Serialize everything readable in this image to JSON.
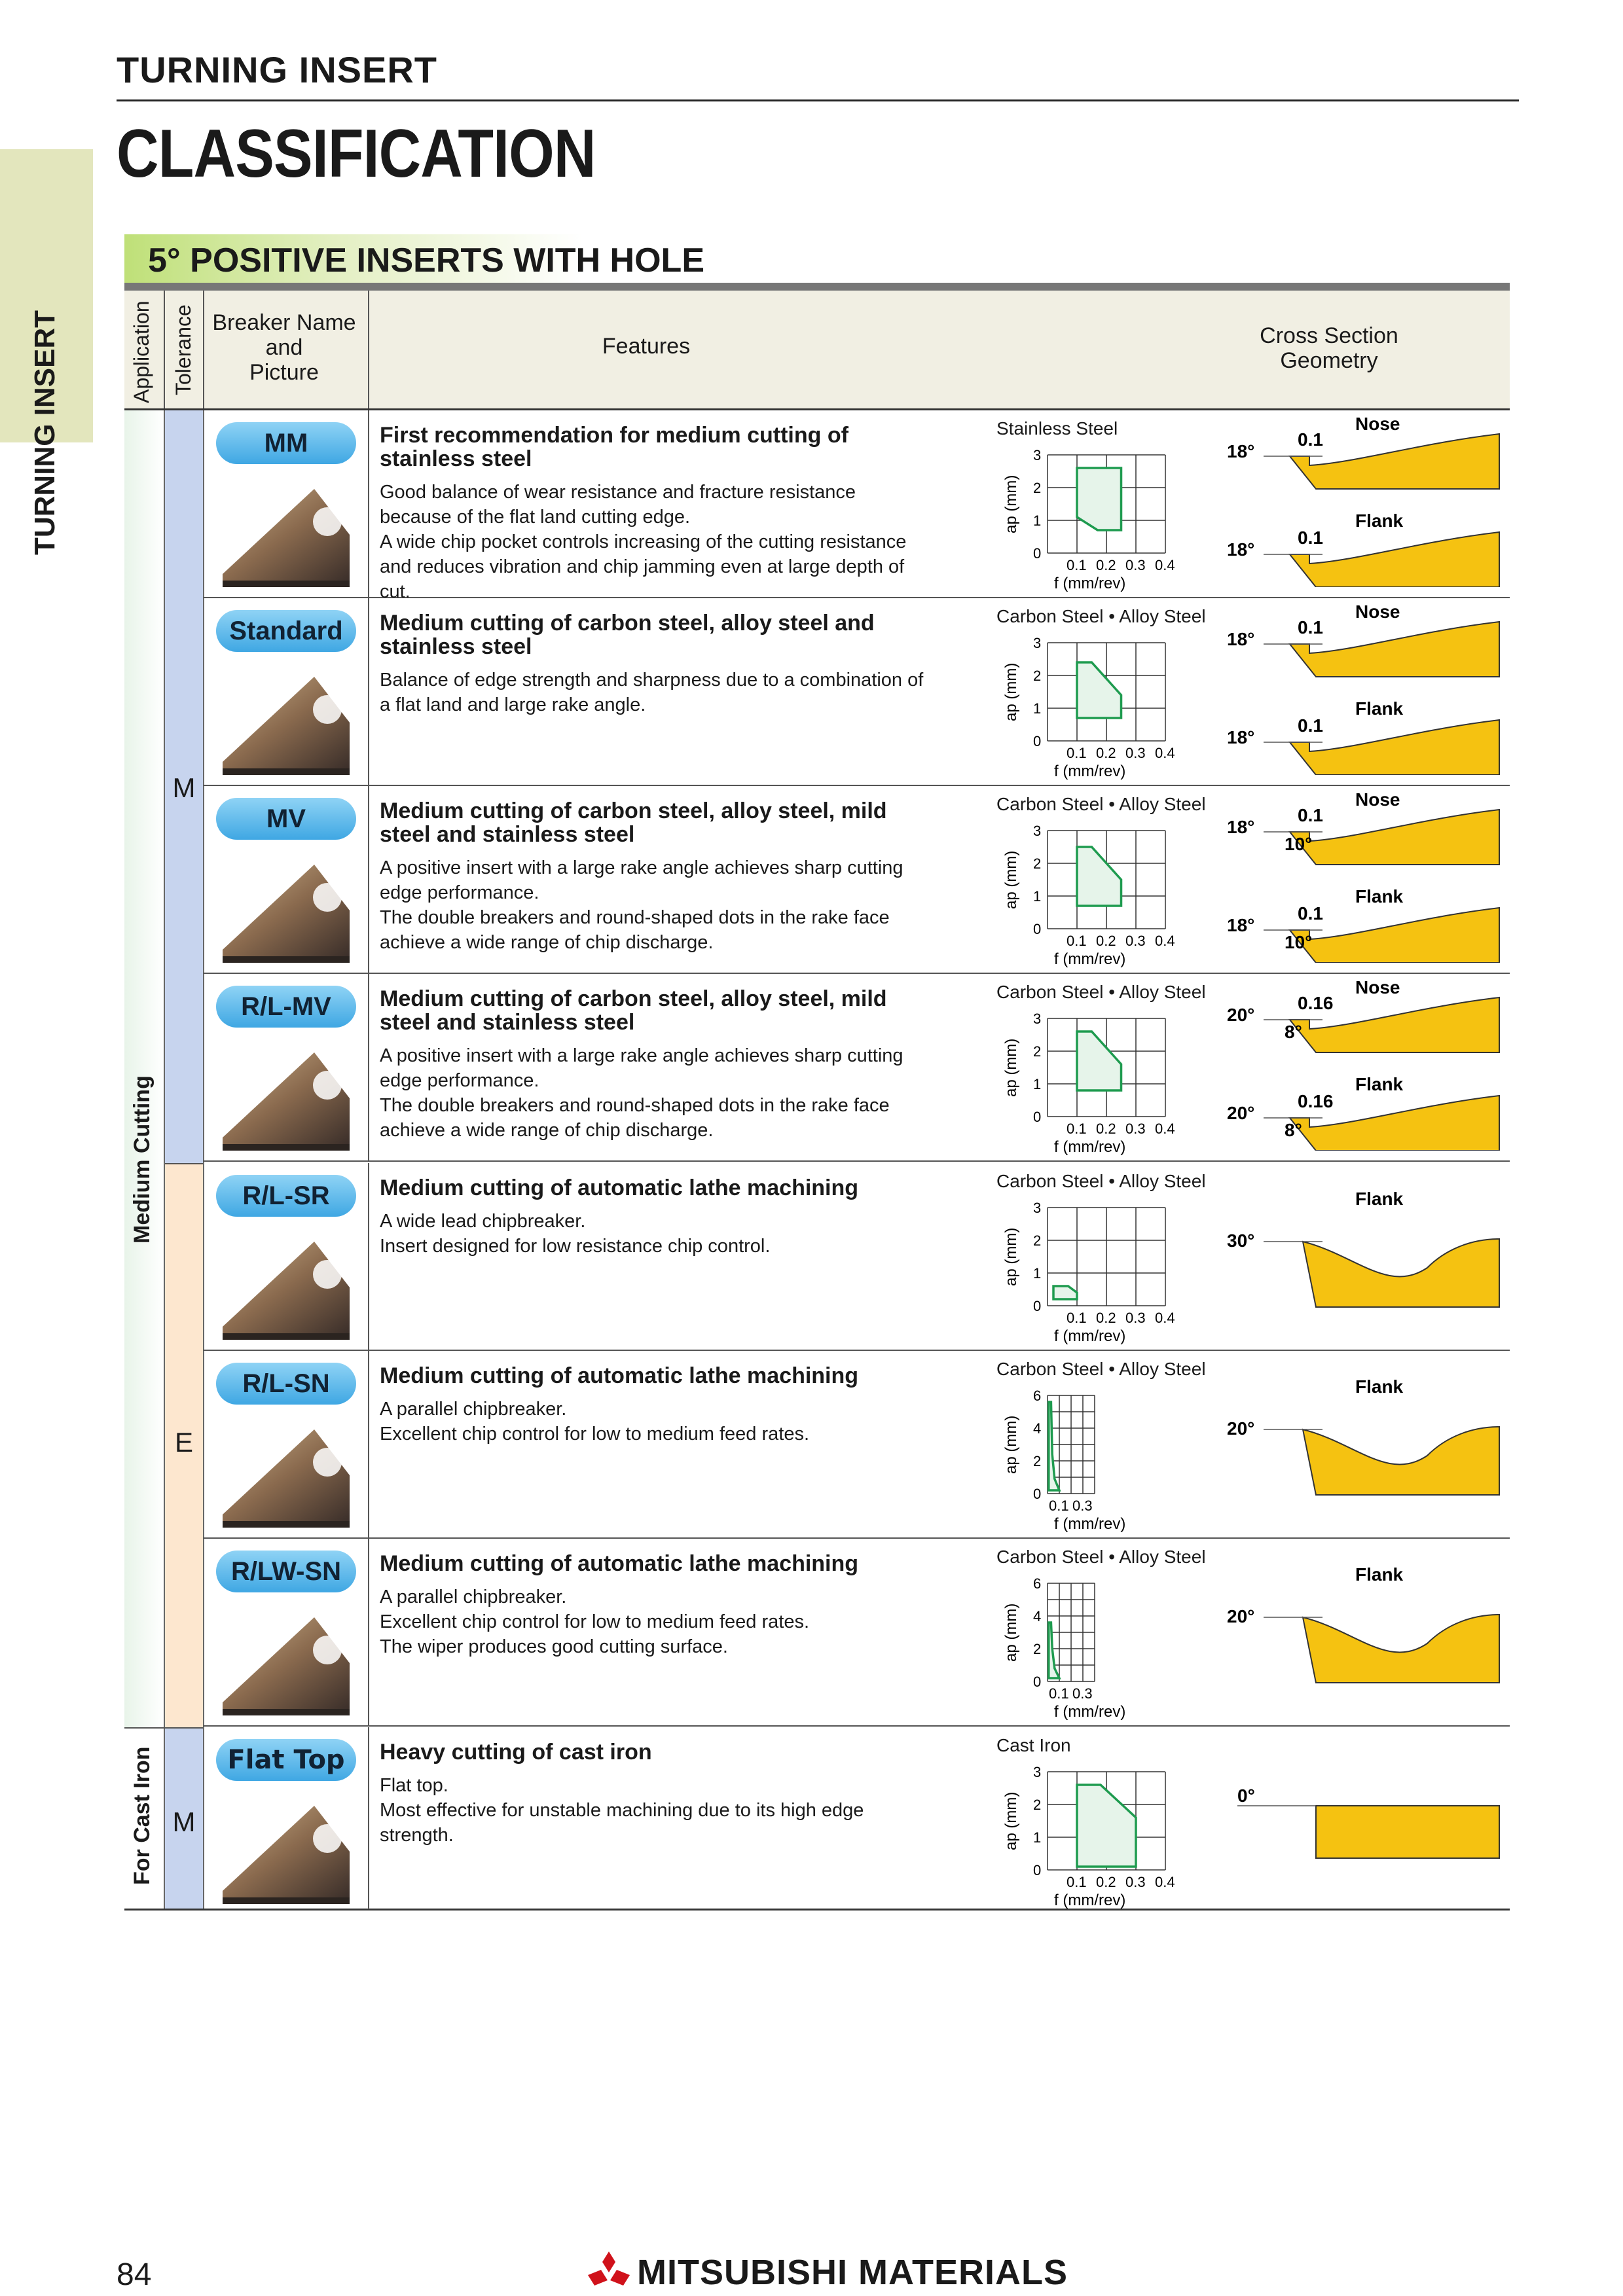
{
  "header": {
    "category": "TURNING INSERT",
    "title": "CLASSIFICATION",
    "side_tab": "TURNING INSERT"
  },
  "section": {
    "title": "5° POSITIVE INSERTS WITH HOLE"
  },
  "table_header": {
    "application": "Application",
    "tolerance": "Tolerance",
    "breaker": "Breaker Name\nand\nPicture",
    "features": "Features",
    "geometry": "Cross Section\nGeometry"
  },
  "application": {
    "medium": "Medium Cutting",
    "cast_iron": "For Cast Iron"
  },
  "tolerance": {
    "m1": "M",
    "e": "E",
    "m2": "M"
  },
  "rows": [
    {
      "name": "MM",
      "title": "First recommendation for medium cutting of stainless steel",
      "desc": [
        "Good balance of wear resistance and fracture resistance because of the flat land cutting edge.",
        "A wide chip pocket controls increasing of the cutting resistance and reduces vibration and chip jamming even at large depth of cut."
      ],
      "chart_title": "Stainless Steel",
      "geo": {
        "angle": "18°",
        "land": "0.1",
        "sub": "",
        "l1": "Nose",
        "l2": "Flank"
      }
    },
    {
      "name": "Standard",
      "title": "Medium cutting of carbon steel, alloy steel and stainless steel",
      "desc": [
        "Balance of edge strength and sharpness due to a combination of a flat land and large rake angle."
      ],
      "chart_title": "Carbon Steel • Alloy Steel",
      "geo": {
        "angle": "18°",
        "land": "0.1",
        "sub": "",
        "l1": "Nose",
        "l2": "Flank"
      }
    },
    {
      "name": "MV",
      "title": "Medium cutting of carbon steel, alloy steel, mild steel and stainless steel",
      "desc": [
        "A positive insert with a large rake angle achieves sharp cutting edge performance.",
        "The double breakers and round-shaped dots in the rake face achieve a wide range of chip discharge."
      ],
      "chart_title": "Carbon Steel • Alloy Steel",
      "geo": {
        "angle": "18°",
        "land": "0.1",
        "sub": "10°",
        "l1": "Nose",
        "l2": "Flank"
      }
    },
    {
      "name": "R/L-MV",
      "title": "Medium cutting of carbon steel, alloy steel, mild steel and stainless steel",
      "desc": [
        "A positive insert with a large rake angle achieves sharp cutting edge performance.",
        "The double breakers and round-shaped dots in the rake face achieve a wide range of chip discharge."
      ],
      "chart_title": "Carbon Steel • Alloy Steel",
      "geo": {
        "angle": "20°",
        "land": "0.16",
        "sub": "8°",
        "l1": "Nose",
        "l2": "Flank"
      }
    },
    {
      "name": "R/L-SR",
      "title": "Medium cutting of automatic lathe machining",
      "desc": [
        "A wide lead chipbreaker.",
        "Insert designed for low resistance chip control."
      ],
      "chart_title": "Carbon Steel • Alloy Steel",
      "geo": {
        "angle": "30°",
        "land": "",
        "sub": "",
        "l1": "",
        "l2": "Flank"
      }
    },
    {
      "name": "R/L-SN",
      "title": "Medium cutting of automatic lathe machining",
      "desc": [
        "A parallel chipbreaker.",
        "Excellent chip control for low to medium feed rates."
      ],
      "chart_title": "Carbon Steel • Alloy Steel",
      "geo": {
        "angle": "20°",
        "land": "",
        "sub": "",
        "l1": "",
        "l2": "Flank"
      }
    },
    {
      "name": "R/LW-SN",
      "title": "Medium cutting of automatic lathe machining",
      "desc": [
        "A parallel chipbreaker.",
        "Excellent chip control for low to medium feed rates.",
        "The wiper produces good cutting surface."
      ],
      "chart_title": "Carbon Steel • Alloy Steel",
      "geo": {
        "angle": "20°",
        "land": "",
        "sub": "",
        "l1": "",
        "l2": "Flank"
      }
    },
    {
      "name": "Flat Top",
      "title": "Heavy cutting of cast iron",
      "desc": [
        "Flat top.",
        "Most effective for unstable machining due to its high edge strength."
      ],
      "chart_title": "Cast Iron",
      "geo": {
        "angle": "0°",
        "land": "",
        "sub": "",
        "l1": "",
        "l2": ""
      }
    }
  ],
  "chart_data": [
    {
      "type": "area",
      "title": "Stainless Steel",
      "xlabel": "f (mm/rev)",
      "ylabel": "ap (mm)",
      "x_ticks": [
        "0.1",
        "0.2",
        "0.3",
        "0.4"
      ],
      "y_ticks": [
        "0",
        "1",
        "2",
        "3"
      ],
      "xlim": [
        0,
        0.4
      ],
      "ylim": [
        0,
        3
      ],
      "region": [
        [
          0.1,
          1.1
        ],
        [
          0.1,
          2.6
        ],
        [
          0.25,
          2.6
        ],
        [
          0.25,
          0.7
        ],
        [
          0.17,
          0.7
        ],
        [
          0.1,
          1.1
        ]
      ]
    },
    {
      "type": "area",
      "title": "Carbon Steel • Alloy Steel",
      "xlabel": "f (mm/rev)",
      "ylabel": "ap (mm)",
      "x_ticks": [
        "0.1",
        "0.2",
        "0.3",
        "0.4"
      ],
      "y_ticks": [
        "0",
        "1",
        "2",
        "3"
      ],
      "xlim": [
        0,
        0.4
      ],
      "ylim": [
        0,
        3
      ],
      "region": [
        [
          0.1,
          0.7
        ],
        [
          0.1,
          2.4
        ],
        [
          0.15,
          2.4
        ],
        [
          0.25,
          1.4
        ],
        [
          0.25,
          0.7
        ],
        [
          0.1,
          0.7
        ]
      ]
    },
    {
      "type": "area",
      "title": "Carbon Steel • Alloy Steel",
      "xlabel": "f (mm/rev)",
      "ylabel": "ap (mm)",
      "x_ticks": [
        "0.1",
        "0.2",
        "0.3",
        "0.4"
      ],
      "y_ticks": [
        "0",
        "1",
        "2",
        "3"
      ],
      "xlim": [
        0,
        0.4
      ],
      "ylim": [
        0,
        3
      ],
      "region": [
        [
          0.1,
          0.7
        ],
        [
          0.1,
          2.5
        ],
        [
          0.15,
          2.5
        ],
        [
          0.25,
          1.5
        ],
        [
          0.25,
          0.7
        ],
        [
          0.1,
          0.7
        ]
      ]
    },
    {
      "type": "area",
      "title": "Carbon Steel • Alloy Steel",
      "xlabel": "f (mm/rev)",
      "ylabel": "ap (mm)",
      "x_ticks": [
        "0.1",
        "0.2",
        "0.3",
        "0.4"
      ],
      "y_ticks": [
        "0",
        "1",
        "2",
        "3"
      ],
      "xlim": [
        0,
        0.4
      ],
      "ylim": [
        0,
        3
      ],
      "region": [
        [
          0.1,
          0.8
        ],
        [
          0.1,
          2.6
        ],
        [
          0.15,
          2.6
        ],
        [
          0.25,
          1.6
        ],
        [
          0.25,
          0.8
        ],
        [
          0.1,
          0.8
        ]
      ]
    },
    {
      "type": "area",
      "title": "Carbon Steel • Alloy Steel",
      "xlabel": "f (mm/rev)",
      "ylabel": "ap (mm)",
      "x_ticks": [
        "0.1",
        "0.2",
        "0.3",
        "0.4"
      ],
      "y_ticks": [
        "0",
        "1",
        "2",
        "3"
      ],
      "xlim": [
        0,
        0.4
      ],
      "ylim": [
        0,
        3
      ],
      "region": [
        [
          0.02,
          0.2
        ],
        [
          0.02,
          0.6
        ],
        [
          0.07,
          0.6
        ],
        [
          0.1,
          0.4
        ],
        [
          0.1,
          0.2
        ],
        [
          0.02,
          0.2
        ]
      ]
    },
    {
      "type": "area",
      "title": "Carbon Steel • Alloy Steel",
      "xlabel": "f (mm/rev)",
      "ylabel": "ap (mm)",
      "x_ticks": [
        "0.1",
        "0.3"
      ],
      "y_ticks": [
        "0",
        "2",
        "4",
        "6"
      ],
      "xlim": [
        0,
        0.4
      ],
      "ylim": [
        0,
        6
      ],
      "region": [
        [
          0.01,
          0.2
        ],
        [
          0.01,
          5.6
        ],
        [
          0.03,
          5.6
        ],
        [
          0.04,
          2.4
        ],
        [
          0.06,
          0.9
        ],
        [
          0.1,
          0.2
        ],
        [
          0.01,
          0.2
        ]
      ]
    },
    {
      "type": "area",
      "title": "Carbon Steel • Alloy Steel",
      "xlabel": "f (mm/rev)",
      "ylabel": "ap (mm)",
      "x_ticks": [
        "0.1",
        "0.3"
      ],
      "y_ticks": [
        "0",
        "2",
        "4",
        "6"
      ],
      "xlim": [
        0,
        0.4
      ],
      "ylim": [
        0,
        6
      ],
      "region": [
        [
          0.01,
          0.2
        ],
        [
          0.01,
          3.6
        ],
        [
          0.03,
          3.6
        ],
        [
          0.04,
          2.0
        ],
        [
          0.06,
          0.8
        ],
        [
          0.1,
          0.2
        ],
        [
          0.01,
          0.2
        ]
      ]
    },
    {
      "type": "area",
      "title": "Cast Iron",
      "xlabel": "f (mm/rev)",
      "ylabel": "ap (mm)",
      "x_ticks": [
        "0.1",
        "0.2",
        "0.3",
        "0.4"
      ],
      "y_ticks": [
        "0",
        "1",
        "2",
        "3"
      ],
      "xlim": [
        0,
        0.4
      ],
      "ylim": [
        0,
        3
      ],
      "region": [
        [
          0.1,
          0.1
        ],
        [
          0.1,
          2.6
        ],
        [
          0.18,
          2.6
        ],
        [
          0.3,
          1.6
        ],
        [
          0.3,
          0.1
        ],
        [
          0.1,
          0.1
        ]
      ]
    }
  ],
  "colors": {
    "accent": "#f5c211",
    "pill": "#3fa7e3",
    "region": "#1e9b4f",
    "tol_m": "#c7d4ee",
    "tol_e": "#fde7cf"
  },
  "footer": {
    "page": "84",
    "brand": "MITSUBISHI MATERIALS"
  }
}
